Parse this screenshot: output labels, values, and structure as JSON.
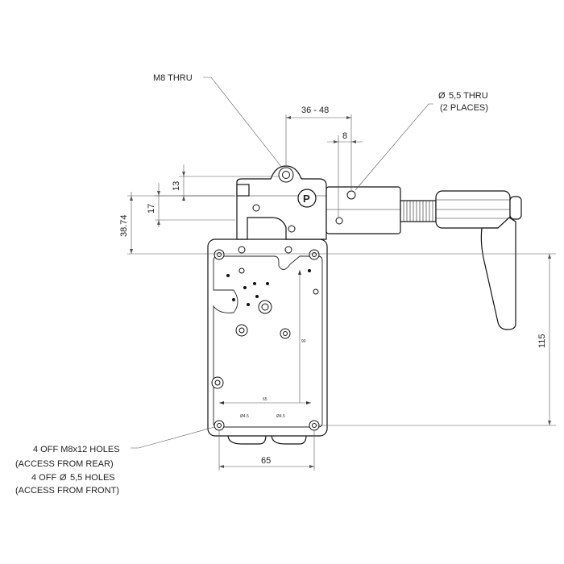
{
  "labels": {
    "m8_thru": "M8 THRU",
    "hole_5_5_line1": "5,5 THRU",
    "hole_5_5_line2": "(2 PLACES)",
    "phi_symbol": "Ø",
    "mount_line1": "4 OFF M8x12 HOLES",
    "mount_line2": "(ACCESS FROM REAR)",
    "mount_line3_suffix": "5,5 HOLES",
    "mount_line3_prefix": "4 OFF",
    "mount_line4": "(ACCESS FROM FRONT)",
    "logo_letter": "P"
  },
  "dimensions": {
    "d_36_48": "36 - 48",
    "d_8": "8",
    "d_13": "13",
    "d_17": "17",
    "d_38_74": "38.74",
    "d_115": "115",
    "d_65": "65",
    "inner_65": "65",
    "inner_vertical": "90",
    "inner_hole_left": "Ø4.5",
    "inner_hole_right": "Ø4.5"
  },
  "colors": {
    "line": "#111111",
    "dimension": "#555555",
    "background": "#ffffff"
  }
}
